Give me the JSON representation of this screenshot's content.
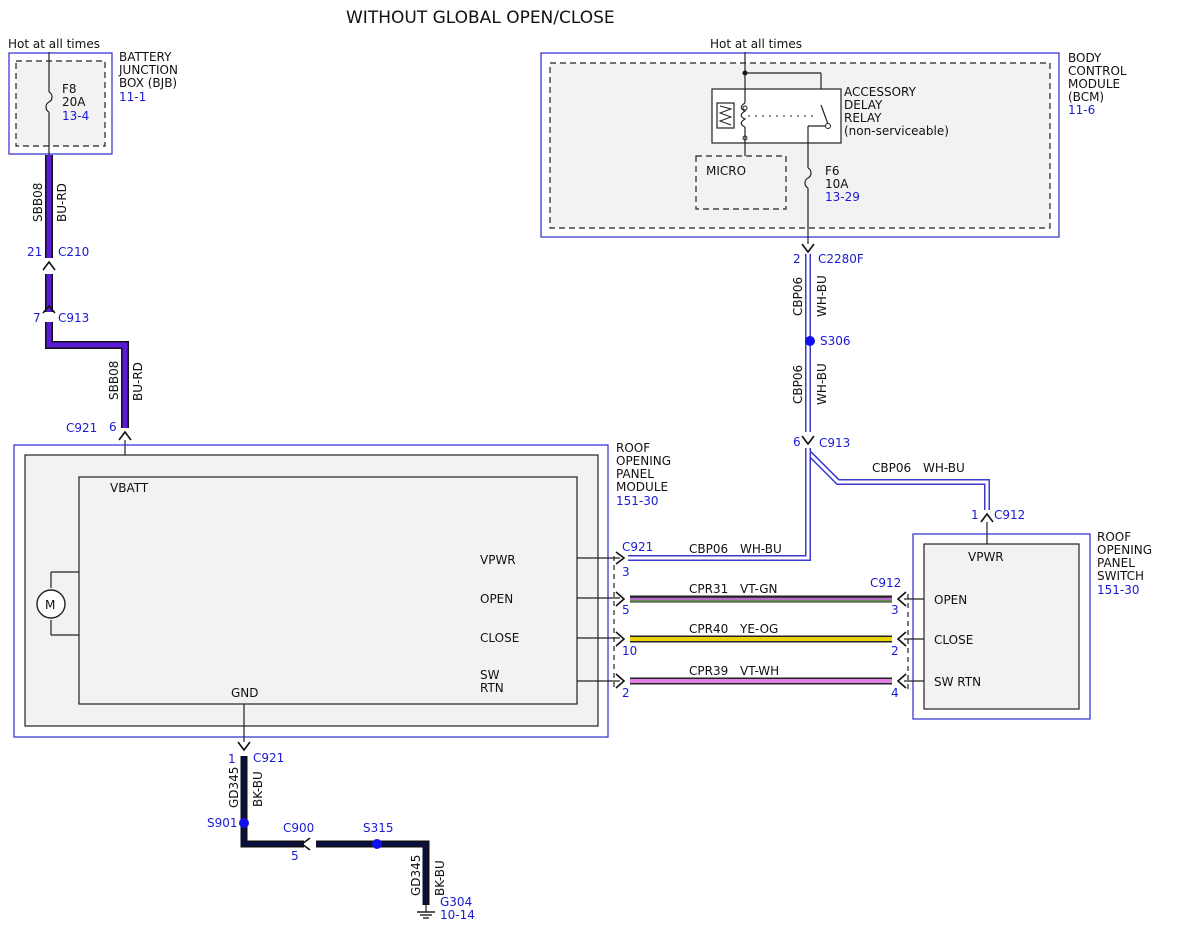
{
  "title": "WITHOUT GLOBAL OPEN/CLOSE",
  "colors": {
    "BU-RD": "#5a1ad8",
    "WH-BU": "#3a3ad0",
    "VT-GN": "#b46cc8",
    "YE-OG": "#e8d400",
    "VT-WH": "#e27fe2",
    "BK-BU": "#0a1040",
    "splice": "#1010ee",
    "ref_text": "#1a1ad6"
  },
  "bjb": {
    "hot_label": "Hot at all times",
    "name_lines": [
      "BATTERY",
      "JUNCTION",
      "BOX (BJB)"
    ],
    "ref": "11-1",
    "fuse": {
      "name": "F8",
      "rating": "20A",
      "ref": "13-4"
    }
  },
  "bcm": {
    "hot_label": "Hot at all times",
    "name_lines": [
      "BODY",
      "CONTROL",
      "MODULE",
      "(BCM)"
    ],
    "ref": "11-6",
    "relay_lines": [
      "ACCESSORY",
      "DELAY",
      "RELAY",
      "(non-serviceable)"
    ],
    "micro_label": "MICRO",
    "fuse": {
      "name": "F6",
      "rating": "10A",
      "ref": "13-29"
    }
  },
  "module": {
    "name_lines": [
      "ROOF",
      "OPENING",
      "PANEL",
      "MODULE"
    ],
    "ref": "151-30",
    "vbatt": "VBATT",
    "gnd": "GND",
    "motor": "M",
    "pins": [
      "VPWR",
      "OPEN",
      "CLOSE",
      "SW",
      "RTN"
    ]
  },
  "switch": {
    "name_lines": [
      "ROOF",
      "OPENING",
      "PANEL",
      "SWITCH"
    ],
    "ref": "151-30",
    "pins": [
      "VPWR",
      "OPEN",
      "CLOSE",
      "SW RTN"
    ]
  },
  "left_feed": {
    "c210": {
      "name": "C210",
      "pin": "21"
    },
    "c913": {
      "name": "C913",
      "pin": "7"
    },
    "c921": {
      "name": "C921",
      "pin": "6"
    },
    "wire_top": {
      "circuit": "SBB08",
      "color": "BU-RD"
    },
    "wire_bottom": {
      "circuit": "SBB08",
      "color": "BU-RD"
    }
  },
  "right_feed": {
    "c2280f": {
      "name": "C2280F",
      "pin": "2"
    },
    "s306": "S306",
    "c913": {
      "name": "C913",
      "pin": "6"
    },
    "c912": {
      "name": "C912",
      "pin": "1"
    },
    "wire_a": {
      "circuit": "CBP06",
      "color": "WH-BU"
    },
    "wire_b": {
      "circuit": "CBP06",
      "color": "WH-BU"
    },
    "wire_c": {
      "circuit": "CBP06",
      "color": "WH-BU"
    }
  },
  "center": {
    "c921": "C921",
    "c912": "C912",
    "wires": [
      {
        "circuit": "CBP06",
        "color": "WH-BU",
        "pin_left": "3",
        "pin_right": ""
      },
      {
        "circuit": "CPR31",
        "color": "VT-GN",
        "pin_left": "5",
        "pin_right": "3"
      },
      {
        "circuit": "CPR40",
        "color": "YE-OG",
        "pin_left": "10",
        "pin_right": "2"
      },
      {
        "circuit": "CPR39",
        "color": "VT-WH",
        "pin_left": "2",
        "pin_right": "4"
      }
    ]
  },
  "ground": {
    "c921": {
      "name": "C921",
      "pin": "1"
    },
    "s901": "S901",
    "c900": {
      "name": "C900",
      "pin": "5"
    },
    "s315": "S315",
    "wire_a": {
      "circuit": "GD345",
      "color": "BK-BU"
    },
    "wire_b": {
      "circuit": "GD345",
      "color": "BK-BU"
    },
    "g304": {
      "name": "G304",
      "ref": "10-14"
    }
  }
}
